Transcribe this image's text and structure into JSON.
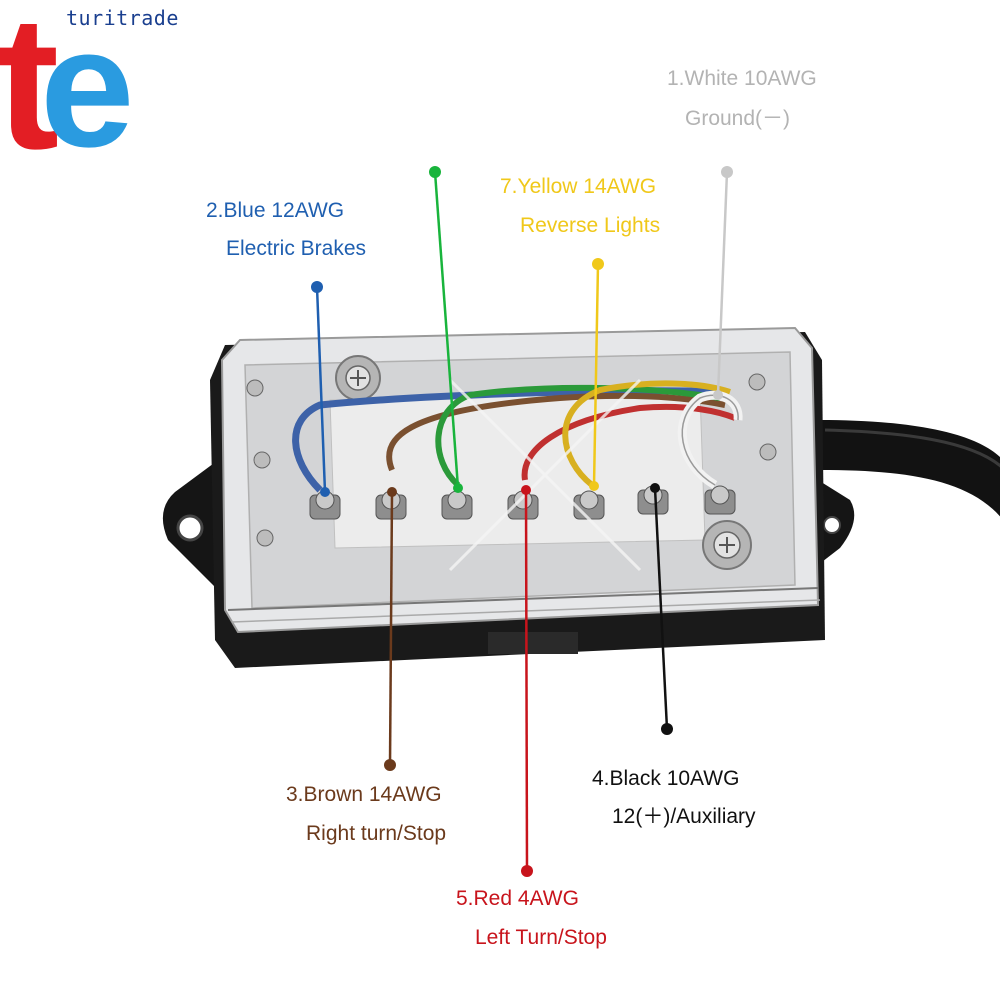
{
  "brand": {
    "logo_letters": "te",
    "name": "turitrade",
    "colors": {
      "red": "#e31e24",
      "blue": "#2a9be0"
    }
  },
  "labels": {
    "white": {
      "line1": "1.White 10AWG",
      "line2": "Ground(－)",
      "color": "#b3b3b3"
    },
    "blue": {
      "line1": "2.Blue 12AWG",
      "line2": "Electric Brakes",
      "color": "#1f5fb0"
    },
    "yellow": {
      "line1": "7.Yellow 14AWG",
      "line2": "Reverse Lights",
      "color": "#f0c81a"
    },
    "brown": {
      "line1": "3.Brown 14AWG",
      "line2": "Right turn/Stop",
      "color": "#6b3a1c"
    },
    "black": {
      "line1": "4.Black 10AWG",
      "line2": "12(＋)/Auxiliary",
      "color": "#111111"
    },
    "red": {
      "line1": "5.Red 4AWG",
      "line2": "Left Turn/Stop",
      "color": "#c8141c"
    }
  },
  "leader_colors": {
    "green": "#19b43c",
    "white": "#c8c8c8",
    "blue": "#1f5fb0",
    "yellow": "#f0c81a",
    "brown": "#6b3a1c",
    "black": "#111111",
    "red": "#c8141c"
  }
}
